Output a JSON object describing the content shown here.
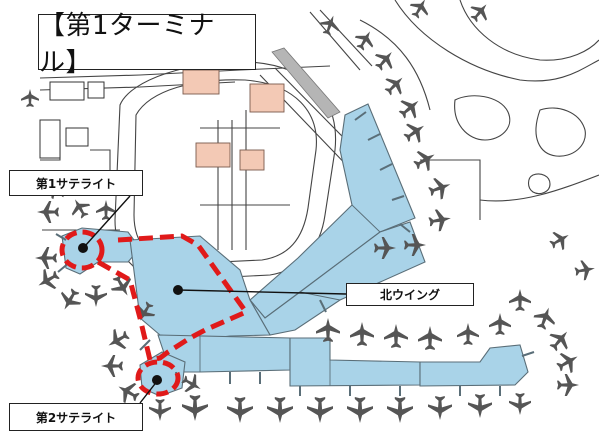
{
  "title": "【第1ターミナル】",
  "labels": {
    "satellite_1": "第1サテライト",
    "north_wing": "北ウイング",
    "satellite_2": "第2サテライト"
  },
  "colors": {
    "terminal_fill": "#a9d3e8",
    "terminal_stroke": "#5a6e78",
    "highlight_route": "#e01a1a",
    "building_fill": "#f3c9b5",
    "road_line": "#444444",
    "aircraft": "#555555"
  },
  "icons": {
    "aircraft": "airplane-icon",
    "building": "building-icon",
    "marker": "location-dot-icon"
  }
}
